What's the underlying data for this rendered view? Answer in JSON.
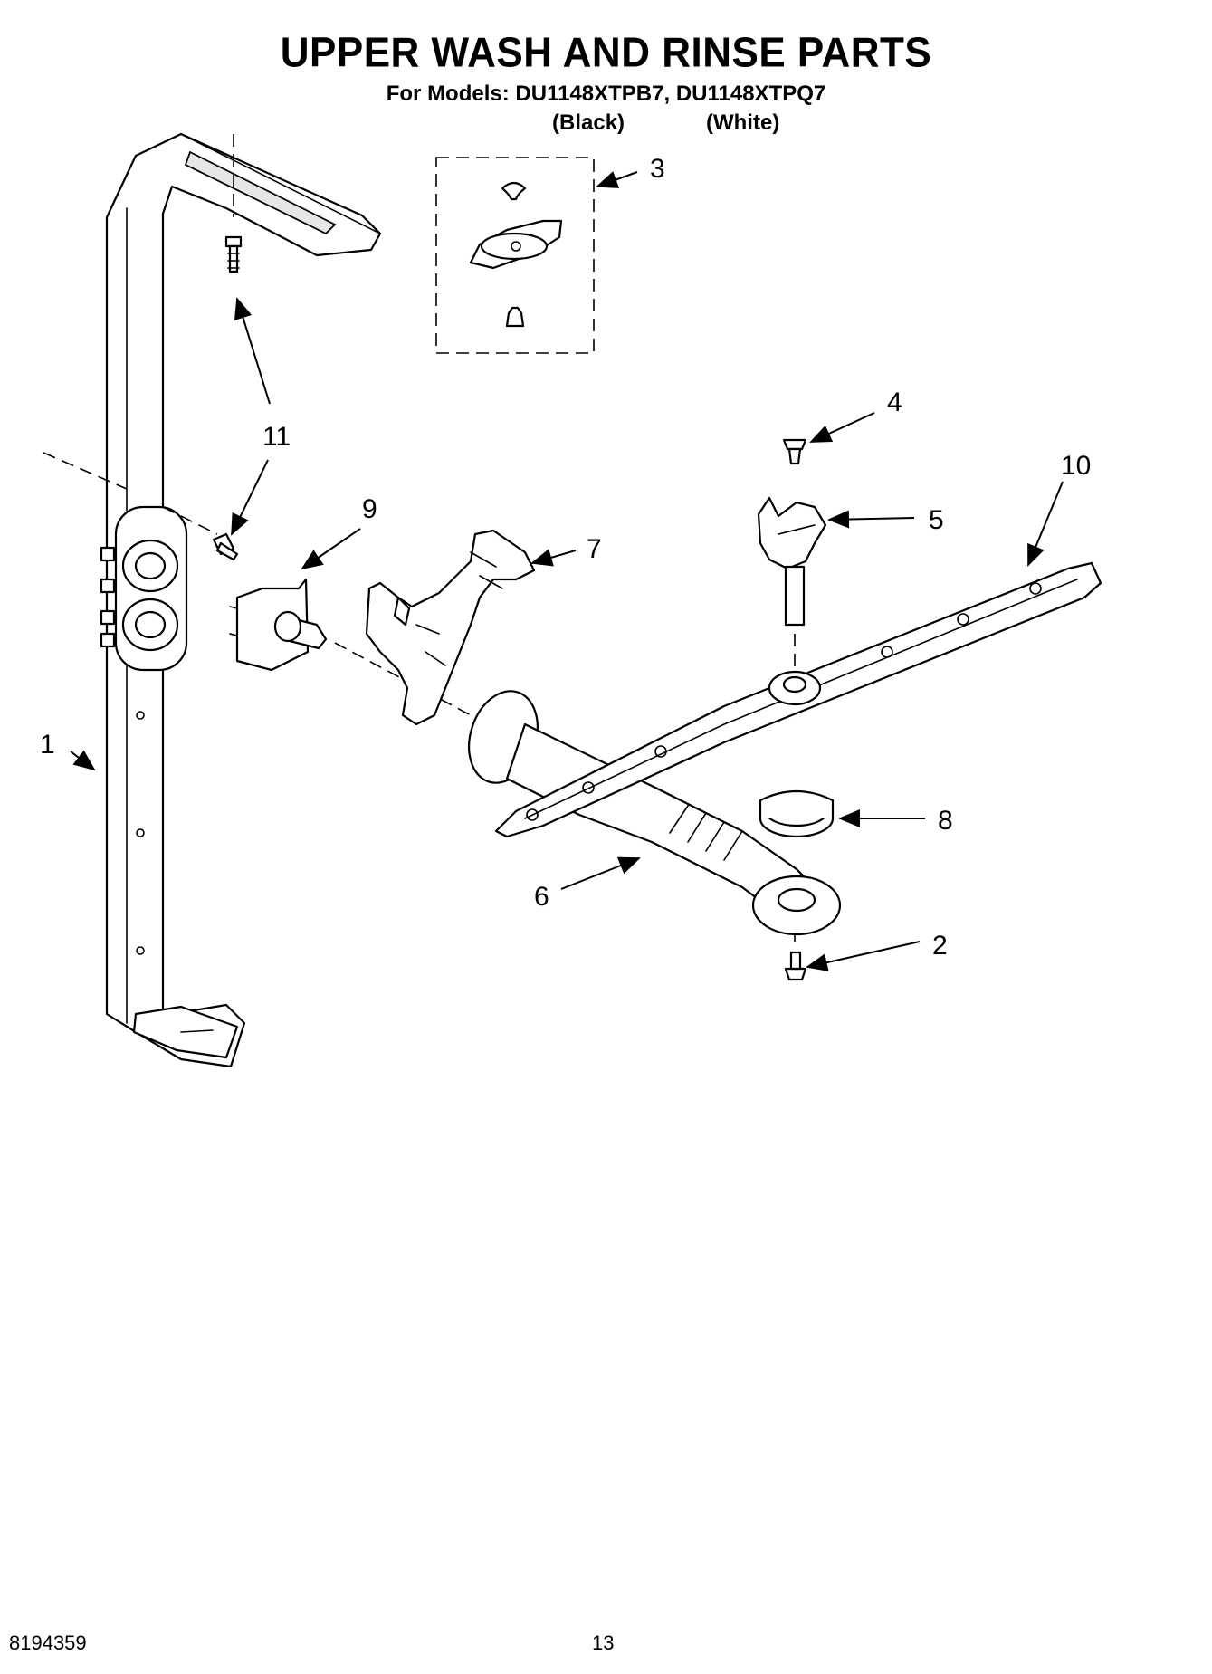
{
  "header": {
    "title": "UPPER WASH AND RINSE PARTS",
    "models_line": "For Models: DU1148XTPB7, DU1148XTPQ7",
    "variant_black": "(Black)",
    "variant_white": "(White)"
  },
  "callouts": [
    "1",
    "2",
    "3",
    "4",
    "5",
    "6",
    "7",
    "8",
    "9",
    "10",
    "11",
    "11"
  ],
  "footer": {
    "doc_number": "8194359",
    "page_number": "13"
  }
}
